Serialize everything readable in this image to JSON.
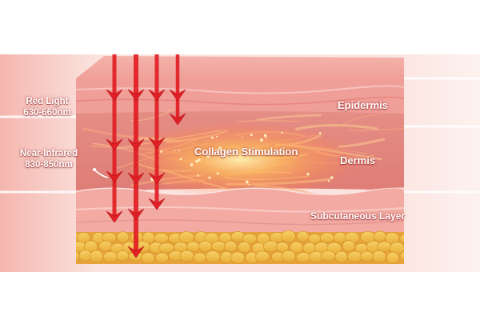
{
  "labels": {
    "red_light": {
      "name": "Red Light",
      "range": "630-660nm"
    },
    "near_infrared": {
      "name": "Near-Infrared",
      "range": "830-850nm"
    },
    "epidermis": "Epidermis",
    "dermis": "Dermis",
    "collagen": "Collagen Stimulation",
    "subcutaneous": "Subcutaneous Layer"
  },
  "colors": {
    "background": "#fbe3df",
    "epidermis": "#ef9e98",
    "dermis": "#e4837c",
    "fibers": "#f6b98c",
    "subcutaneous": "#f2aaa3",
    "fat": "#f3c24c",
    "arrow": "#e11f25",
    "glow": "#ffbd5c"
  },
  "icons": [
    "red-arrow-icon"
  ]
}
